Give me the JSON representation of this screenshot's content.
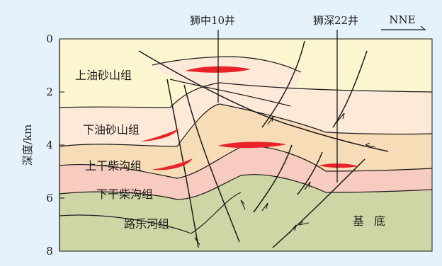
{
  "axis": {
    "label": "深度/km",
    "ticks": [
      "0",
      "2",
      "4",
      "6",
      "8"
    ]
  },
  "wells": [
    {
      "name": "狮中10井"
    },
    {
      "name": "狮深22井"
    }
  ],
  "direction": "NNE",
  "formations": [
    {
      "name": "上油砂山组",
      "color": "#fbf6cf"
    },
    {
      "name": "下油砂山组",
      "color": "#fce9d8"
    },
    {
      "name": "上干柴沟组",
      "color": "#f7dcb8"
    },
    {
      "name": "下干柴沟组",
      "color": "#f7cbbf"
    },
    {
      "name": "路乐河组",
      "color": "#cfd6a5"
    },
    {
      "name": "基底",
      "color": "#d2d3d6"
    }
  ],
  "colors": {
    "background": "#e6f2fb",
    "oil": "#e8232a",
    "line": "#1a1a1a"
  }
}
